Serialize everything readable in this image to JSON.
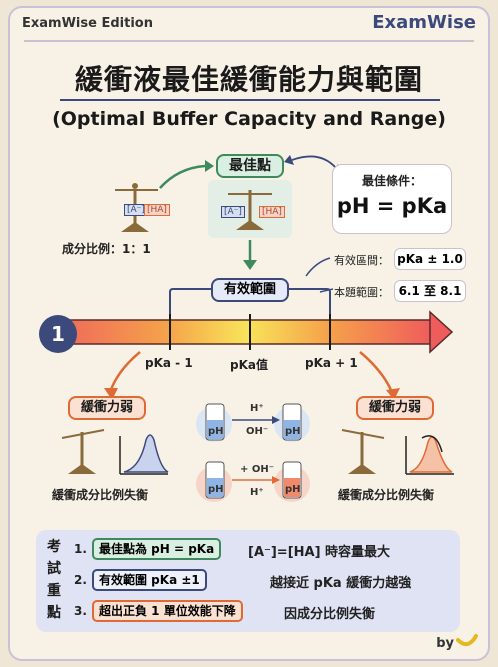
{
  "header": {
    "edition": "ExamWise Edition",
    "brand": "ExamWise"
  },
  "title": "緩衝液最佳緩衝能力與範圍",
  "subtitle": "(Optimal Buffer Capacity and Range)",
  "best_point": "最佳點",
  "balance_labels": {
    "acid_base": "[A⁻]",
    "acid": "[HA]"
  },
  "ratio_label": "成分比例：1：1",
  "condition": {
    "label": "最佳條件：",
    "equation": "pH = pKa"
  },
  "effective_range_pill": "有效範圍",
  "range_info": {
    "effective_label": "有效區間：",
    "effective_value": "pKa ± 1.0",
    "this_label": "本題範圍：",
    "this_value": "6.1 至 8.1"
  },
  "scale": {
    "marker": "1",
    "ticks": [
      "pKa - 1",
      "pKa值",
      "pKa + 1"
    ]
  },
  "weak": {
    "left": "緩衝力弱",
    "right": "緩衝力弱"
  },
  "imbalance": {
    "left": "緩衝成分比例失衡",
    "right": "緩衝成分比例失衡"
  },
  "beakers": {
    "ph": "pH",
    "top_add": "H⁺",
    "top_remove": "OH⁻",
    "bottom_add": "+ OH⁻",
    "bottom_remove": "H⁺"
  },
  "key_points": {
    "heading": "考試重點",
    "items": [
      {
        "num": "1.",
        "tag": "最佳點為 pH = pKa",
        "desc": "[A⁻]=[HA] 時容量最大",
        "color": "#3e8a5d",
        "bg": "#d9efe1"
      },
      {
        "num": "2.",
        "tag": "有效範圍 pKa ±1",
        "desc": "越接近 pKa 緩衝力越強",
        "color": "#3b4a7a",
        "bg": "#eef0fa"
      },
      {
        "num": "3.",
        "tag": "超出正負 1 單位效能下降",
        "desc": "因成分比例失衡",
        "color": "#e06a35",
        "bg": "#fbe1d2"
      }
    ]
  },
  "footer": {
    "by": "by"
  },
  "colors": {
    "navy": "#3b4a7a",
    "green": "#3e8a5d",
    "orange": "#e06a35"
  }
}
